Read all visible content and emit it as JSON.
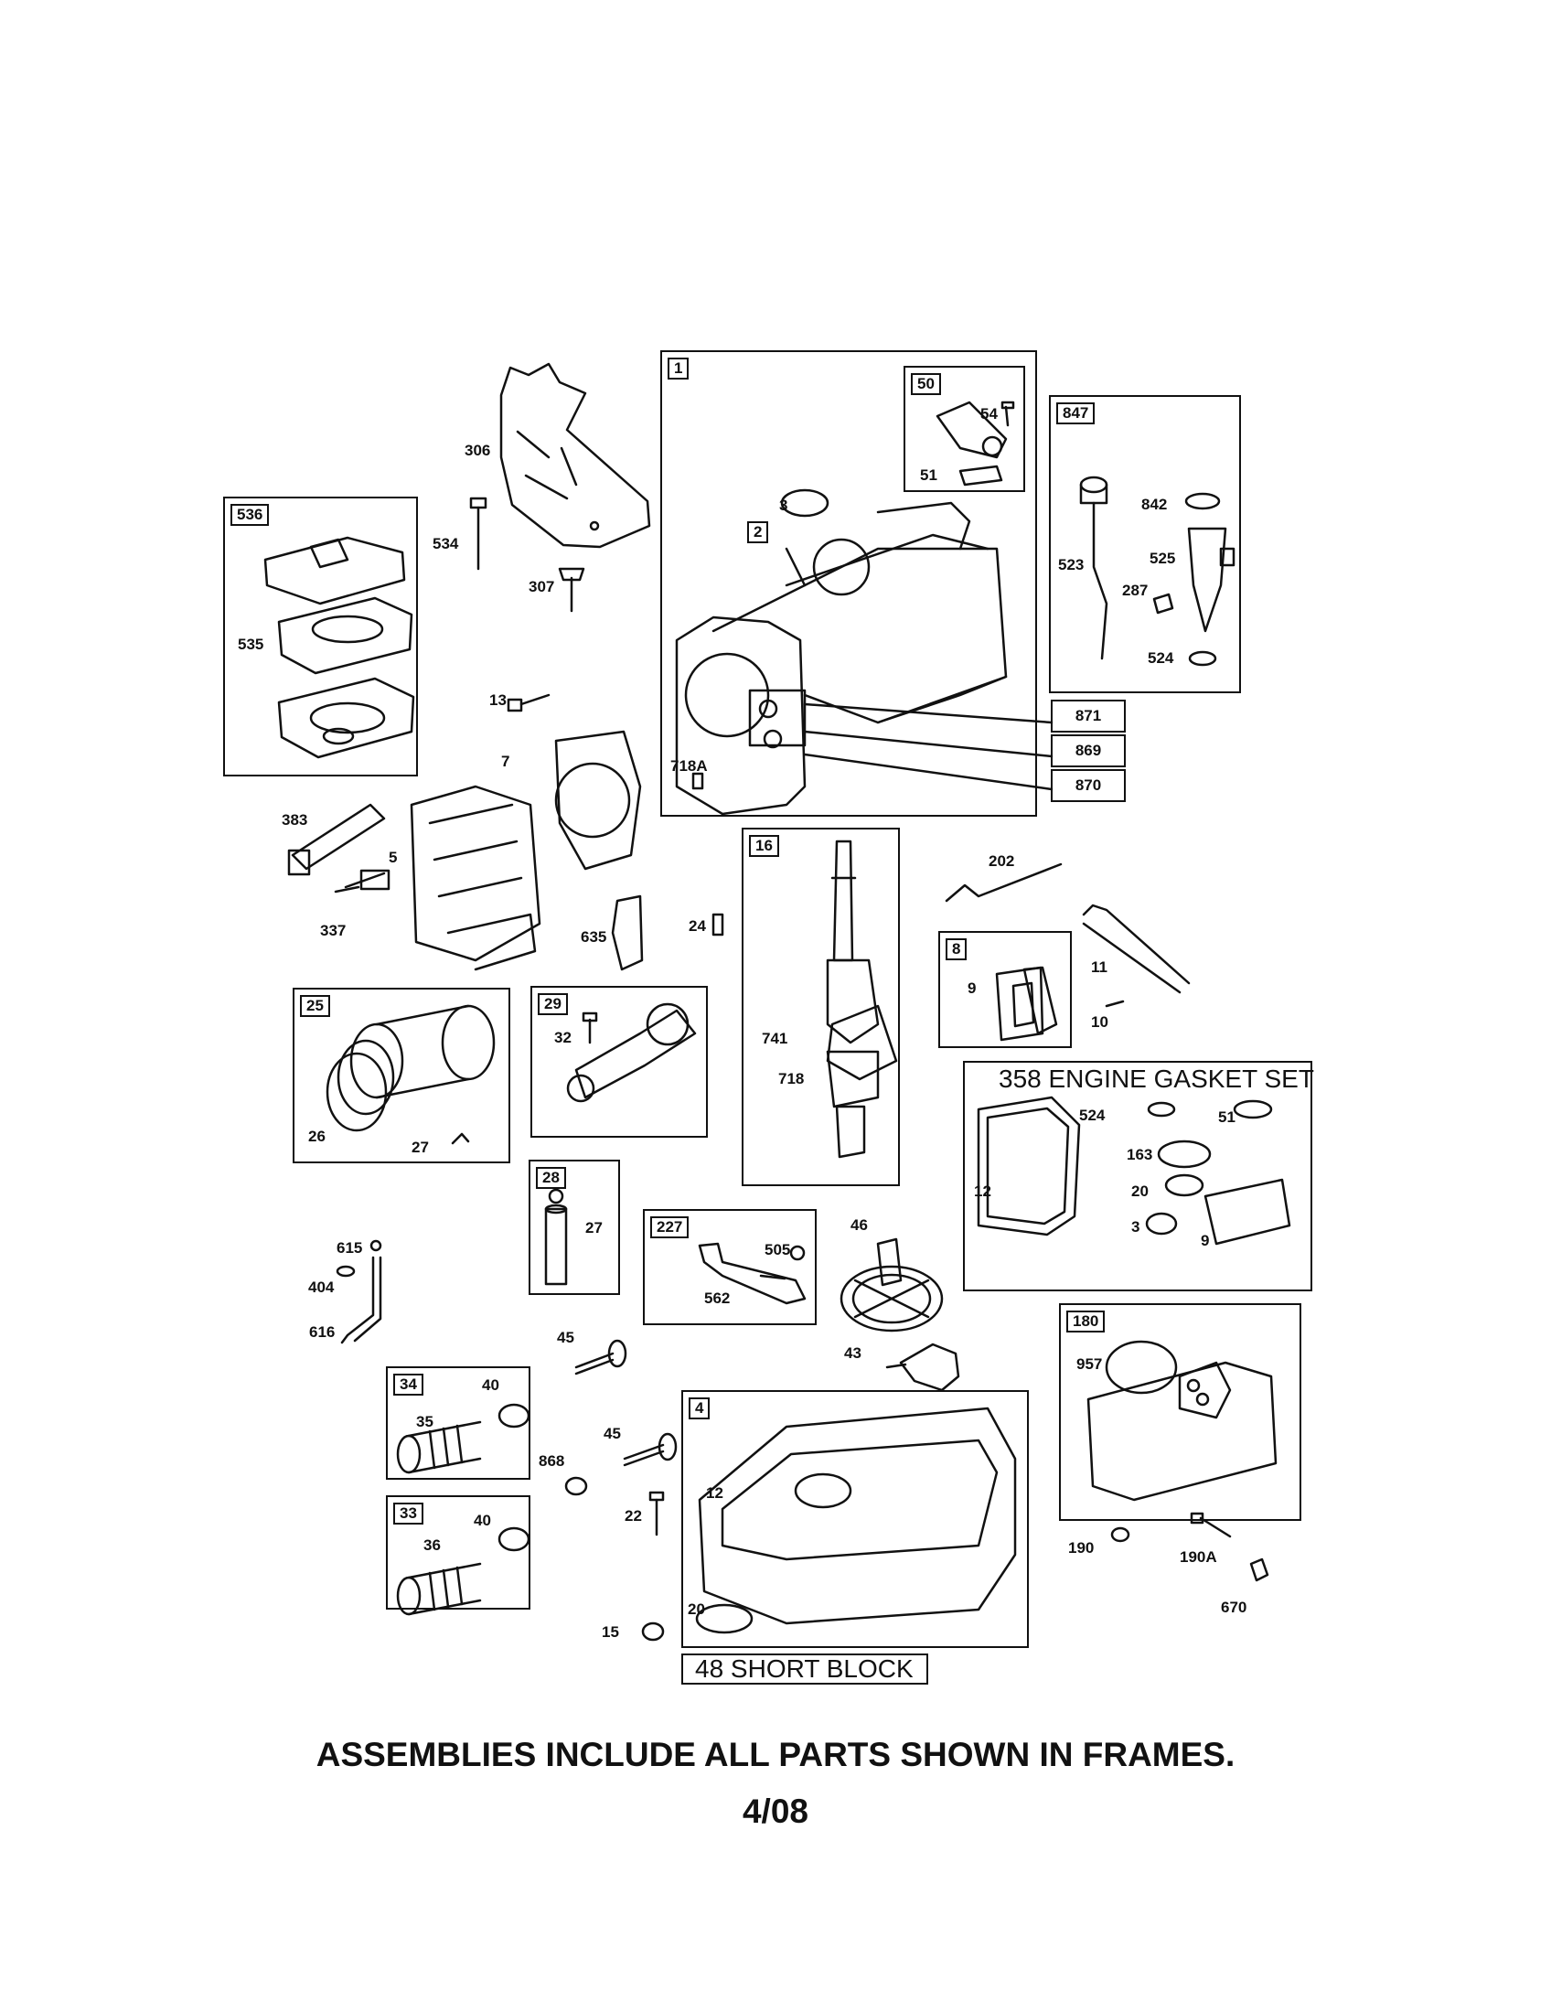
{
  "frames": {
    "f1": "1",
    "f50": "50",
    "f847": "847",
    "f536": "536",
    "f2": "2",
    "f16": "16",
    "f8": "8",
    "f25": "25",
    "f29": "29",
    "f28": "28",
    "f227": "227",
    "f34": "34",
    "f33": "33",
    "f4": "4",
    "f180": "180"
  },
  "callouts": {
    "c871": "871",
    "c869": "869",
    "c870": "870"
  },
  "labels": {
    "p306": "306",
    "p534": "534",
    "p307": "307",
    "p535": "535",
    "p3a": "3",
    "p54": "54",
    "p51a": "51",
    "p842": "842",
    "p523": "523",
    "p525": "525",
    "p287": "287",
    "p524a": "524",
    "p13": "13",
    "p7": "7",
    "p718a": "718A",
    "p383": "383",
    "p5": "5",
    "p337": "337",
    "p635": "635",
    "p24": "24",
    "p202": "202",
    "p9a": "9",
    "p11": "11",
    "p10": "10",
    "p32": "32",
    "p741": "741",
    "p718": "718",
    "p26": "26",
    "p27a": "27",
    "p524b": "524",
    "p51b": "51",
    "p163": "163",
    "p12a": "12",
    "p20a": "20",
    "p3b": "3",
    "p9b": "9",
    "p27b": "27",
    "p505": "505",
    "p562": "562",
    "p46": "46",
    "p615": "615",
    "p404": "404",
    "p616": "616",
    "p45a": "45",
    "p43": "43",
    "p957": "957",
    "p40a": "40",
    "p35": "35",
    "p45b": "45",
    "p868": "868",
    "p12b": "12",
    "p22": "22",
    "p40b": "40",
    "p36": "36",
    "p20b": "20",
    "p15": "15",
    "p190": "190",
    "p190a": "190A",
    "p670": "670"
  },
  "titles": {
    "gasket_set": "358 ENGINE GASKET SET",
    "short_block": "48 SHORT BLOCK"
  },
  "footer": {
    "note": "ASSEMBLIES INCLUDE ALL PARTS SHOWN IN FRAMES.",
    "date": "4/08"
  }
}
